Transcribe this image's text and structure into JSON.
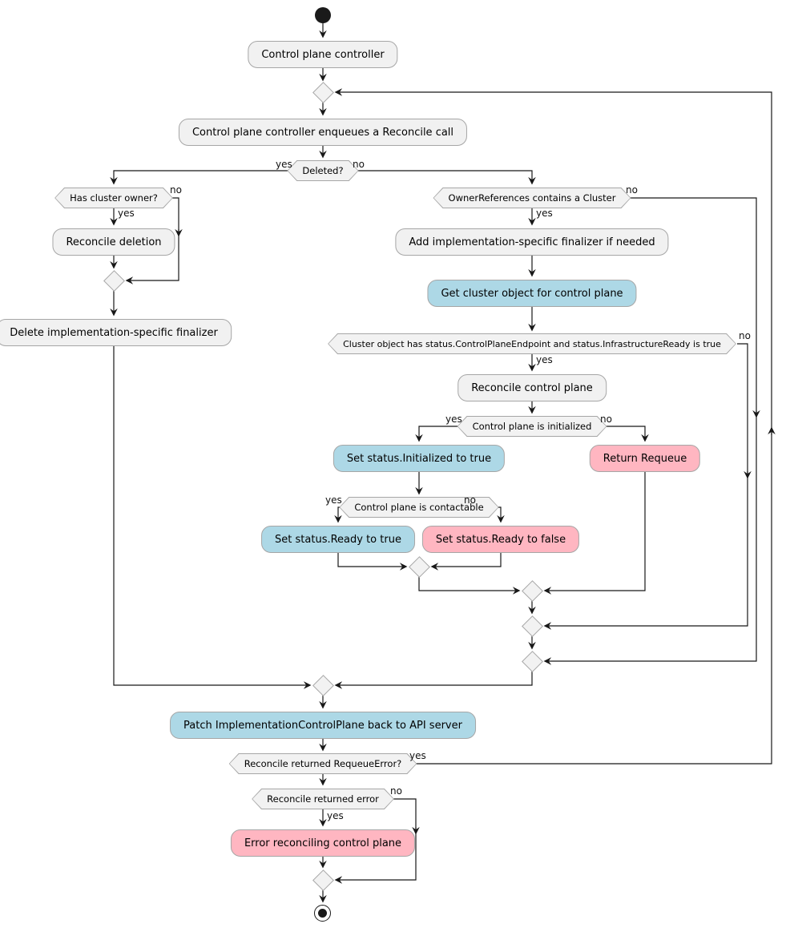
{
  "diagram": {
    "type": "activity-flowchart",
    "labels": {
      "yes": "yes",
      "no": "no"
    },
    "nodes": {
      "controller": "Control plane controller",
      "enqueue": "Control plane controller enqueues a Reconcile call",
      "deleted_q": "Deleted?",
      "has_owner_q": "Has cluster owner?",
      "reconcile_deletion": "Reconcile deletion",
      "delete_finalizer": "Delete implementation-specific finalizer",
      "ownerref_q": "OwnerReferences contains a Cluster",
      "add_finalizer": "Add implementation-specific finalizer if needed",
      "get_cluster": "Get cluster object for control plane",
      "cluster_ready_q": "Cluster object has status.ControlPlaneEndpoint and status.InfrastructureReady is true",
      "reconcile_cp": "Reconcile control plane",
      "initialized_q": "Control plane is initialized",
      "set_initialized": "Set status.Initialized to true",
      "return_requeue": "Return Requeue",
      "contactable_q": "Control plane is contactable",
      "set_ready_true": "Set status.Ready to true",
      "set_ready_false": "Set status.Ready to false",
      "patch_api": "Patch ImplementationControlPlane back to API server",
      "requeue_error_q": "Reconcile returned RequeueError?",
      "returned_error_q": "Reconcile returned error",
      "error_reconciling": "Error reconciling control plane"
    },
    "colors": {
      "activity_fill": "#f1f1f1",
      "decision_fill": "#f2f2f2",
      "highlight_blue": "#add8e6",
      "highlight_pink": "#ffb6c1",
      "border": "#a6a6a6",
      "line": "#181818",
      "background": "#ffffff"
    }
  }
}
